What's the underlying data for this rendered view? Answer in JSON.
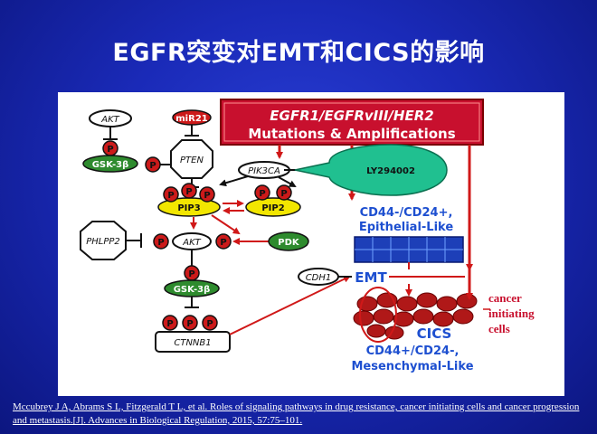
{
  "slide": {
    "title": "EGFR突变对EMT和CICS的影响"
  },
  "diagram": {
    "header_line1": "EGFR1/EGFRvIII/HER2",
    "header_line2": "Mutations & Amplifications",
    "akt_top": "AKT",
    "mir21": "miR21",
    "p": "P",
    "gsk3b": "GSK-3β",
    "pten": "PTEN",
    "pik3ca": "PIK3CA",
    "ly294002": "LY294002",
    "pip3": "PIP3",
    "pip2": "PIP2",
    "phlpp2": "PHLPP2",
    "akt_mid": "AKT",
    "pdk": "PDK",
    "ctnnb1": "CTNNB1",
    "cd44_line1": "CD44-/CD24+,",
    "cd44_line2": "Epithelial-Like",
    "cdh1": "CDH1",
    "emt": "EMT",
    "cancer_line1": "cancer",
    "cancer_line2": "initiating",
    "cancer_line3": "cells",
    "cics": "CICS",
    "mes_line1": "CD44+/CD24-,",
    "mes_line2": "Mesenchymal-Like"
  },
  "citation": "Mccubrey J A, Abrams S L, Fitzgerald T L, et al. Roles of signaling pathways in drug resistance, cancer initiating cells and cancer progression and metastasis.[J]. Advances in Biological Regulation, 2015, 57:75–101.",
  "colors": {
    "background": "#1a2ab8",
    "title_text": "#ffffff",
    "blue_label": "#1d4fd0",
    "mutation_red": "#c8102e",
    "p_circle": "#cc1a1a",
    "pip_yellow": "#f2e600",
    "kinase_green": "#2e8b2e",
    "ly_teal": "#20c090",
    "cluster_red": "#b01818"
  }
}
